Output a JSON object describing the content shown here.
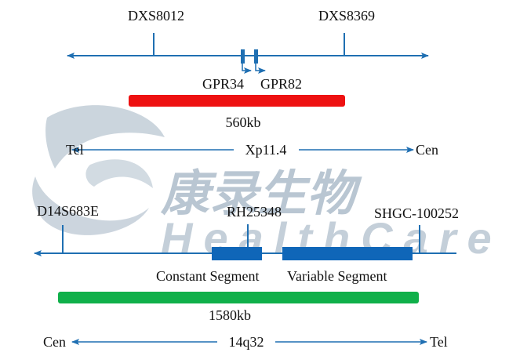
{
  "colors": {
    "line": "#1f6fb2",
    "red_bar": "#ee1111",
    "green_bar": "#10b04a",
    "blue_segment": "#0f66b8",
    "watermark": "#b9c6d2"
  },
  "watermark": {
    "chinese": "康录生物",
    "english": "HealthCare",
    "logo_icon": "swirl-logo-icon"
  },
  "xp": {
    "markers": [
      "DXS8012",
      "DXS8369"
    ],
    "genes": [
      "GPR34",
      "GPR82"
    ],
    "bar_label": "560kb",
    "band": {
      "left": "Tel",
      "center": "Xp11.4",
      "right": "Cen"
    }
  },
  "q14": {
    "markers": [
      "D14S683E",
      "RH25348",
      "SHGC-100252"
    ],
    "segments": [
      "Constant Segment",
      "Variable Segment"
    ],
    "bar_label": "1580kb",
    "band": {
      "left": "Cen",
      "center": "14q32",
      "right": "Tel"
    }
  }
}
